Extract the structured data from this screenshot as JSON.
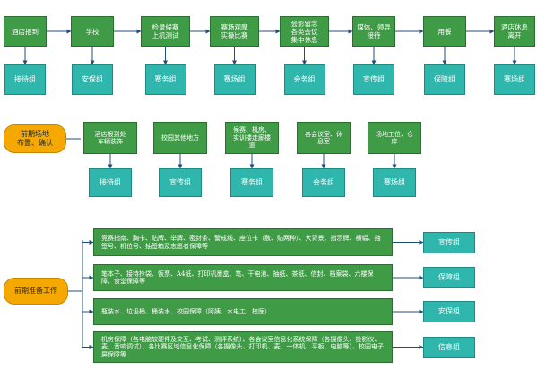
{
  "colors": {
    "green": "#3f9b46",
    "teal": "#2fb6ad",
    "orange": "#f4a800",
    "line": "#1f4e7a"
  },
  "flow": {
    "steps": [
      "酒店报到",
      "学校",
      "检录候赛\n上机测试",
      "赛场观摩\n实操比赛",
      "会影留念\n各类会议\n集中休息",
      "媒体、领导\n接待",
      "用餐",
      "酒店休息\n离开"
    ],
    "groups": [
      "接待组",
      "安保组",
      "赛务组",
      "赛场组",
      "会务组",
      "宣传组",
      "保障组",
      "赛场组"
    ]
  },
  "prep_site": {
    "label": "前期场地\n布置、确认",
    "tasks": [
      "酒店报到处\n车辆装饰",
      "校园其他地方",
      "候赛、机房、\n实训楼走廊楼\n道",
      "各会议室、休\n息室",
      "场地工位、仓\n库"
    ],
    "groups": [
      "接待组",
      "宣传组",
      "赛务组",
      "会务组",
      "赛场组"
    ]
  },
  "prep_work": {
    "label": "前期准备工作",
    "tasks": [
      "竞赛指南、胸卡、贴牌、举牌、密封条、警戒线、座位卡（赦、贴两种）、大背景、指示牌、横幅、抽签号、机位号、抽签箱及志愿者保障等",
      "笔本子、接待拎袋、饭票、A4纸、打印机墨盒、笔、干电池、抽纸、茶纸、信封、档案袋、六楼保障、食堂保障等",
      "瓶装水、垃圾桶、桶装水、校园保障（阿姨、水电工、校医）",
      "机房保障（各电脑软硬件及交互、考试、测评系统）、各会议室信息化系统保障（各摄像头、投影仪、麦、音响调试）、各比赛区域信息化保障（各摄像头、打印机、麦、一体机、平板、电脑等）、校园电子屏保障等"
    ],
    "groups": [
      "宣传组",
      "保障组",
      "安保组",
      "信息组"
    ]
  }
}
